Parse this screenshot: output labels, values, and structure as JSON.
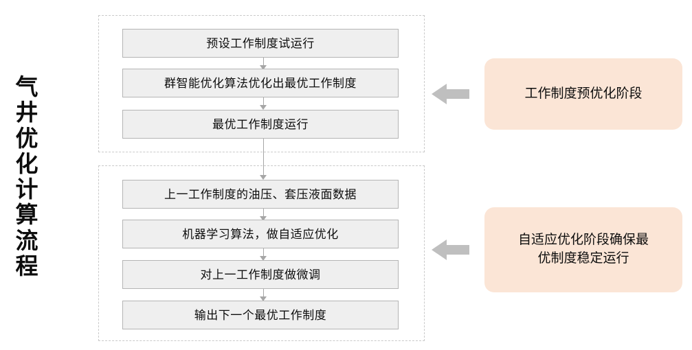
{
  "diagram": {
    "title_vertical": "气井优化计算流程",
    "colors": {
      "step_fill": "#efefef",
      "step_border": "#b4b4b4",
      "stage_border": "#c9c9c9",
      "connector": "#a6a6a6",
      "pointer_arrow": "#bfbfbf",
      "callout_fill": "#fbe5d6",
      "text": "#0d0d0d",
      "background": "#ffffff"
    },
    "stages": [
      {
        "id": "pre-optimization",
        "callout_label": "工作制度预优化阶段",
        "steps": [
          {
            "label": "预设工作制度试运行"
          },
          {
            "label": "群智能优化算法优化出最优工作制度"
          },
          {
            "label": "最优工作制度运行"
          }
        ]
      },
      {
        "id": "adaptive-optimization",
        "callout_label": "自适应优化阶段确保最\n优制度稳定运行",
        "steps": [
          {
            "label": "上一工作制度的油压、套压液面数据"
          },
          {
            "label": "机器学习算法，做自适应优化"
          },
          {
            "label": "对上一工作制度做微调"
          },
          {
            "label": "输出下一个最优工作制度"
          }
        ]
      }
    ],
    "pointer_icon": "left-arrow-icon",
    "connector_icon": "down-arrow-icon"
  }
}
